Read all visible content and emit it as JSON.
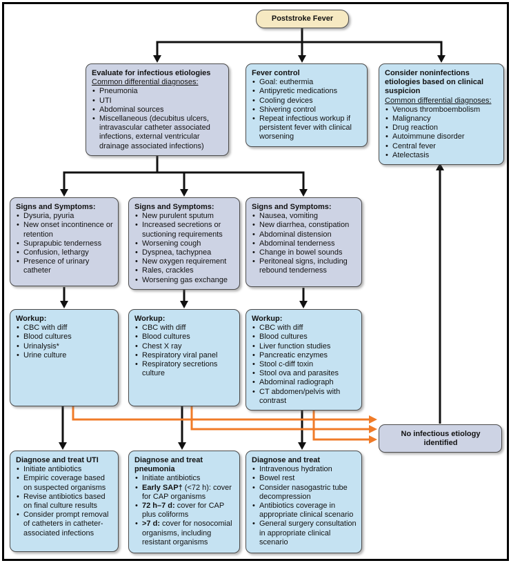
{
  "root": {
    "label": "Poststroke Fever"
  },
  "colors": {
    "cream": "#F6E9C2",
    "lavender": "#CDD3E4",
    "blue": "#C5E2F2",
    "arrow_black": "#111111",
    "arrow_orange": "#F07B28",
    "box_border": "#4A4A4A"
  },
  "boxes": {
    "evaluate": {
      "title": "Evaluate for infectious etiologies",
      "subtitle": "Common differential diagnoses:",
      "items": [
        "Pneumonia",
        "UTI",
        "Abdominal sources",
        "Miscellaneous (decubitus ulcers, intravascular catheter associated infections, external ventricular drainage associated infections)"
      ]
    },
    "fever_control": {
      "title": "Fever control",
      "items": [
        "Goal: euthermia",
        "Antipyretic medications",
        "Cooling devices",
        "Shivering control",
        "Repeat infectious workup if persistent fever with clinical worsening"
      ]
    },
    "noninfectious": {
      "title": "Consider noninfections etiologies based on clinical suspicion",
      "subtitle": "Common differential diagnoses:",
      "items": [
        "Venous thromboembolism",
        "Malignancy",
        "Drug reaction",
        "Autoimmune disorder",
        "Central fever",
        "Atelectasis"
      ]
    },
    "signs_uti": {
      "title": "Signs and Symptoms:",
      "items": [
        "Dysuria, pyuria",
        "New onset incontinence or retention",
        "Suprapubic tenderness",
        "Confusion, lethargy",
        "Presence of urinary catheter"
      ]
    },
    "signs_pulm": {
      "title": "Signs and Symptoms:",
      "items": [
        "New purulent sputum",
        "Increased secretions or suctioning requirements",
        "Worsening cough",
        "Dyspnea, tachypnea",
        "New oxygen requirement",
        "Rales, crackles",
        "Worsening gas exchange"
      ]
    },
    "signs_gi": {
      "title": "Signs and Symptoms:",
      "items": [
        "Nausea, vomiting",
        "New diarrhea, constipation",
        "Abdominal distension",
        "Abdominal tenderness",
        "Change in bowel sounds",
        "Peritoneal signs, including rebound tenderness"
      ]
    },
    "workup_uti": {
      "title": "Workup:",
      "items": [
        "CBC with diff",
        "Blood cultures",
        "Urinalysis*",
        "Urine culture"
      ]
    },
    "workup_pulm": {
      "title": "Workup:",
      "items": [
        "CBC with diff",
        "Blood cultures",
        "Chest X ray",
        "Respiratory viral panel",
        "Respiratory secretions culture"
      ]
    },
    "workup_gi": {
      "title": "Workup:",
      "items": [
        "CBC with diff",
        "Blood cultures",
        "Liver function studies",
        "Pancreatic enzymes",
        "Stool c-diff toxin",
        "Stool ova and parasites",
        "Abdominal radiograph",
        "CT abdomen/pelvis with contrast"
      ]
    },
    "no_etiology": {
      "title": "No infectious etiology identified"
    },
    "treat_uti": {
      "title": "Diagnose and treat UTI",
      "items": [
        "Initiate antibiotics",
        "Empiric coverage based on suspected organisms",
        "Revise antibiotics based on final culture results",
        "Consider prompt removal of catheters in catheter-associated infections"
      ]
    },
    "treat_pneumonia": {
      "title": "Diagnose and treat pneumonia",
      "items": [
        "Initiate antibiotics",
        {
          "b": "Early SAP†",
          "t": " (<72 h): cover for CAP organisms"
        },
        {
          "b": "72 h–7 d:",
          "t": " cover for CAP plus coliforms"
        },
        {
          "b": ">7 d:",
          "t": " cover for nosocomial organisms, including resistant organisms"
        }
      ]
    },
    "treat_gi": {
      "title": "Diagnose and treat",
      "items": [
        "Intravenous hydration",
        "Bowel rest",
        "Consider nasogastric tube decompression",
        "Antibiotics coverage in appropriate clinical scenario",
        "General surgery consultation in appropriate clinical scenario"
      ]
    }
  }
}
